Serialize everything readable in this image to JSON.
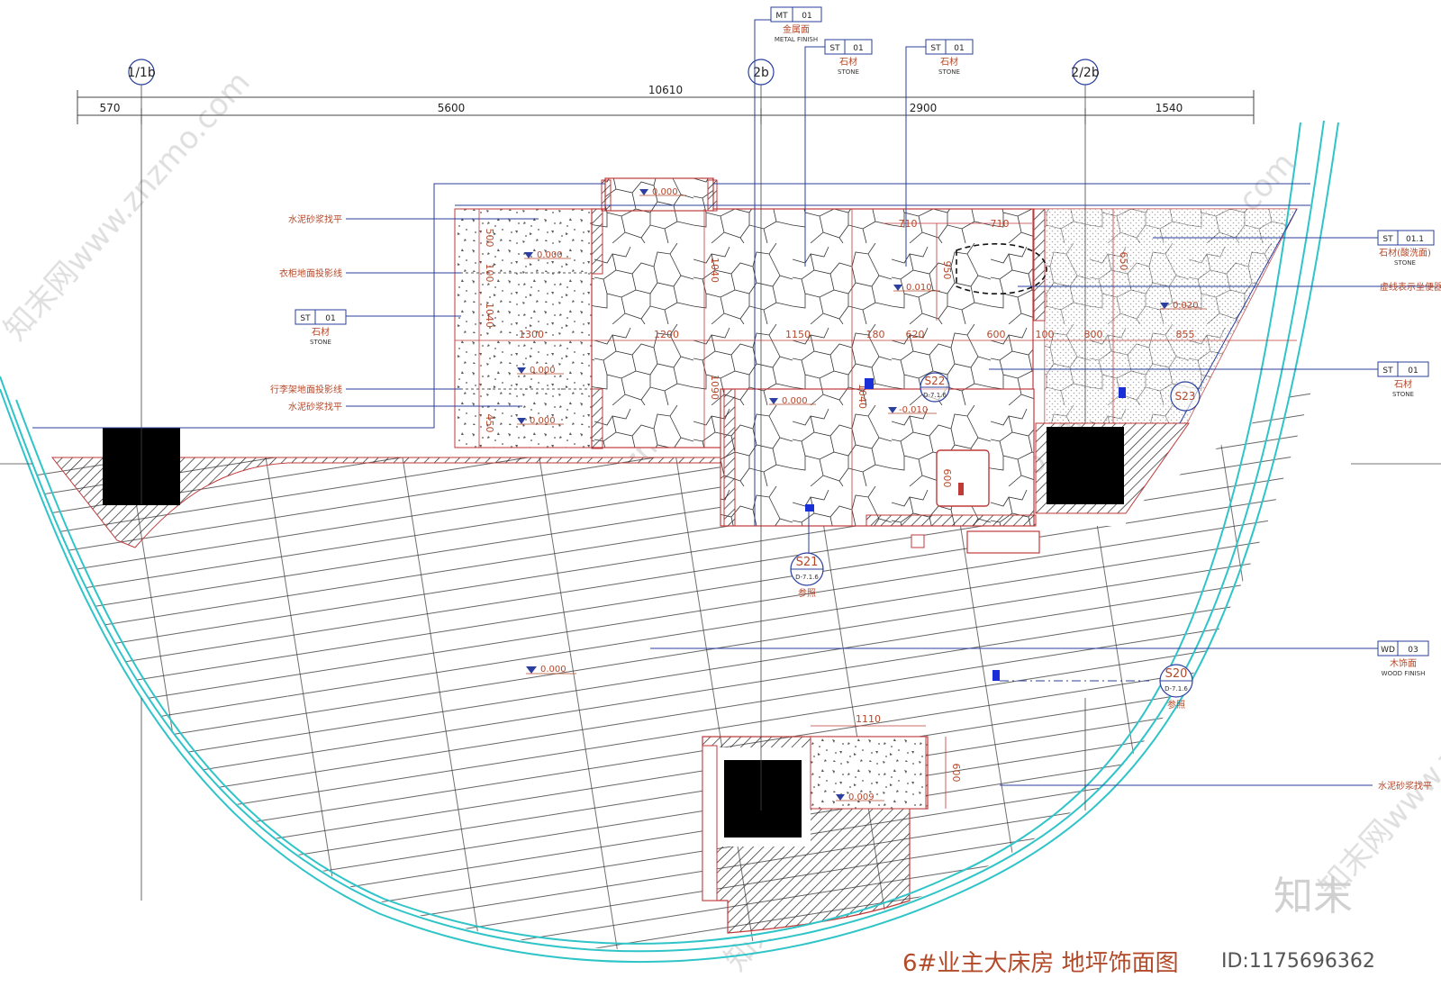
{
  "drawing": {
    "title": "6#业主大床房 地坪饰面图",
    "id_text": "ID:1175696362",
    "watermark_logo": "知末",
    "watermark_text": "知末网www.znzmo.com"
  },
  "axes": [
    {
      "label": "1/1b"
    },
    {
      "label": "2b"
    },
    {
      "label": "2/2b"
    }
  ],
  "dimensions": {
    "total": "10610",
    "segments": [
      "570",
      "5600",
      "2900",
      "1540"
    ],
    "inner": {
      "d500": "500",
      "d100": "100",
      "d1040a": "1040",
      "d1300": "1300",
      "d1200": "1200",
      "d1150": "1150",
      "d180": "180",
      "d620": "620",
      "d600": "600",
      "d100b": "100",
      "d800": "800",
      "d855": "855",
      "d450": "450",
      "d1040b": "1040",
      "d1090": "1090",
      "d1040c": "1040",
      "d710a": "710",
      "d710b": "710",
      "d950": "950",
      "d650": "650",
      "d1110": "1110",
      "d600b": "600",
      "d600c": "600"
    }
  },
  "levels": [
    "0.000",
    "0.000",
    "0.000",
    "0.000",
    "0.010",
    "0.020",
    "0.000",
    "-0.010",
    "0.000",
    "0.009"
  ],
  "left_notes": [
    "水泥砂浆找平",
    "衣柜地面投影线",
    "行李架地面投影线",
    "水泥砂浆找平"
  ],
  "right_notes": {
    "toilet": "虚线表示坐便器",
    "mortar": "水泥砂浆找平"
  },
  "tags": {
    "mt01": {
      "code": "MT",
      "num": "01",
      "cn": "金属面",
      "en": "METAL FINISH"
    },
    "st01_a": {
      "code": "ST",
      "num": "01",
      "cn": "石材",
      "en": "STONE"
    },
    "st01_b": {
      "code": "ST",
      "num": "01",
      "cn": "石材",
      "en": "STONE"
    },
    "st01_left": {
      "code": "ST",
      "num": "01",
      "cn": "石材",
      "en": "STONE"
    },
    "st011": {
      "code": "ST",
      "num": "01.1",
      "cn": "石材(酸洗面)",
      "en": "STONE"
    },
    "st01_right": {
      "code": "ST",
      "num": "01",
      "cn": "石材",
      "en": "STONE"
    },
    "wd03": {
      "code": "WD",
      "num": "03",
      "cn": "木饰面",
      "en": "WOOD FINISH"
    }
  },
  "sections": {
    "s21": {
      "num": "S21",
      "ref": "D-7.1.6",
      "note": "参照"
    },
    "s20": {
      "num": "S20",
      "ref": "D-7.1.6",
      "note": "参照"
    },
    "s22": {
      "num": "S22",
      "ref": "D-7.1.6"
    },
    "s23": {
      "num": "S23"
    }
  },
  "colors": {
    "outline": "#c03a3a",
    "leader": "#2a3f9e",
    "glass": "#2ec4c8",
    "text_red": "#b5482a",
    "column": "#000000"
  }
}
